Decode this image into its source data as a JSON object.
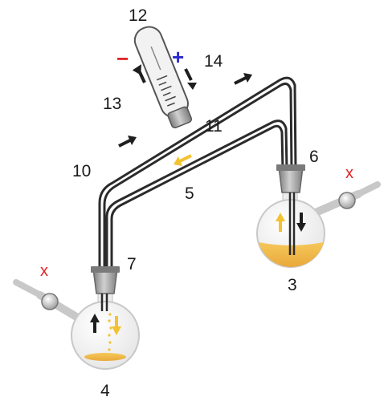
{
  "labels": {
    "l12": "12",
    "l14": "14",
    "l13": "13",
    "l11": "11",
    "l10": "10",
    "l5": "5",
    "l6": "6",
    "l7": "7",
    "l3": "3",
    "l4": "4"
  },
  "signs": {
    "minus": "−",
    "plus": "+"
  },
  "stopcock_marks": {
    "left": "x",
    "right": "x"
  },
  "colors": {
    "tube": "#2b2b2b",
    "liquid": "#f0b840",
    "glass": "#f4f4f4",
    "glass_edge": "#c8c8c8",
    "stopper": "#9a9a9a",
    "arrow_dark": "#1e1e1e",
    "arrow_yellow": "#f3c230",
    "minus": "#e02424",
    "plus": "#2a2ad0"
  }
}
